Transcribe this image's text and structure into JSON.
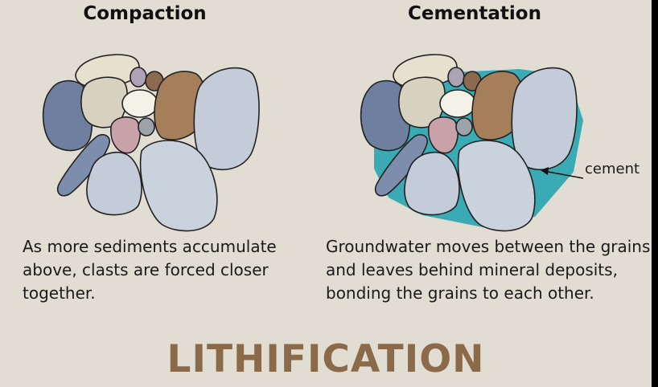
{
  "panels": {
    "left": {
      "title": "Compaction",
      "caption": "As more sediments accumulate above, clasts are forced closer together."
    },
    "right": {
      "title": "Cementation",
      "caption": "Groundwater moves between the grains and leaves behind mineral deposits, bonding the grains to each other.",
      "callout": "cement"
    }
  },
  "main_title": "LITHIFICATION",
  "colors": {
    "background": "#e2ddd3",
    "cement": "#3aaab4",
    "title_brown": "#8b6a4a",
    "grain_blue": "#6e7f9f",
    "grain_cream": "#e6e1cf",
    "grain_brown": "#a57e5a",
    "grain_green": "#95a38e",
    "grain_pink": "#c9a1a8",
    "grain_lightblue": "#c3ccd8"
  }
}
